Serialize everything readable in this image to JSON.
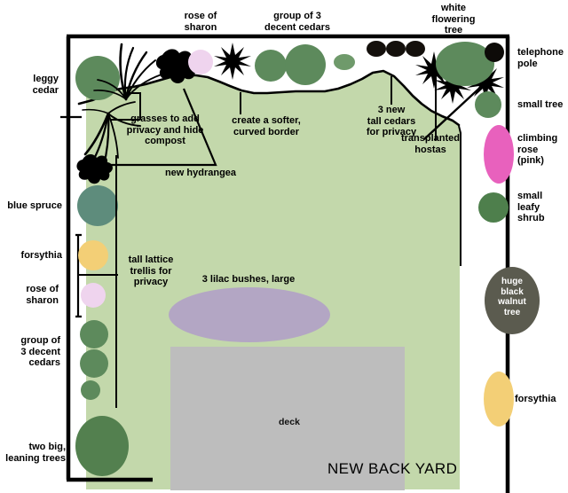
{
  "title": "NEW BACK YARD",
  "colors": {
    "lawn": "#c3d8ab",
    "tree_green": "#5d8a5c",
    "tree_green_light": "#6f9a6b",
    "blue_spruce": "#5e8c7c",
    "forsythia": "#f3cf76",
    "rose_of_sharon": "#efd4ee",
    "climbing_rose": "#e861bd",
    "lilac": "#b3a6c4",
    "deck": "#bdbdbd",
    "walnut": "#5b5b4f",
    "outline": "#000000",
    "background": "#ffffff"
  },
  "exterior_labels": {
    "top": [
      {
        "name": "rose-of-sharon-top",
        "text": "rose of\nsharon"
      },
      {
        "name": "group-of-3-decent-cedars-top",
        "text": "group of 3\ndecent cedars"
      },
      {
        "name": "white-flowering-tree",
        "text": "white\nflowering\ntree"
      }
    ],
    "left": [
      {
        "name": "leggy-cedar",
        "text": "leggy\ncedar"
      },
      {
        "name": "blue-spruce",
        "text": "blue spruce"
      },
      {
        "name": "forsythia-left",
        "text": "forsythia"
      },
      {
        "name": "rose-of-sharon-left",
        "text": "rose of\nsharon"
      },
      {
        "name": "group-of-3-decent-cedars-left",
        "text": "group of\n3 decent\ncedars"
      },
      {
        "name": "two-big-leaning-trees",
        "text": "two big,\nleaning trees"
      }
    ],
    "right": [
      {
        "name": "telephone-pole",
        "text": "telephone\npole"
      },
      {
        "name": "small-tree",
        "text": "small tree"
      },
      {
        "name": "climbing-rose",
        "text": "climbing\nrose\n(pink)"
      },
      {
        "name": "small-leafy-shrub",
        "text": "small\nleafy\nshrub"
      },
      {
        "name": "forsythia-right",
        "text": "forsythia"
      }
    ]
  },
  "interior_labels": [
    {
      "name": "grasses-note",
      "text": "grasses to add\nprivacy and hide\ncompost"
    },
    {
      "name": "new-hydrangea-note",
      "text": "new hydrangea"
    },
    {
      "name": "curved-border-note",
      "text": "create a softer,\ncurved border"
    },
    {
      "name": "three-new-tall-cedars-note",
      "text": "3 new\ntall cedars\nfor privacy"
    },
    {
      "name": "transplanted-hostas-note",
      "text": "transplanted\nhostas"
    },
    {
      "name": "tall-lattice-trellis-note",
      "text": "tall lattice\ntrellis for\nprivacy"
    },
    {
      "name": "lilac-bushes-note",
      "text": "3 lilac bushes, large"
    },
    {
      "name": "deck-label",
      "text": "deck"
    }
  ],
  "features": {
    "huge_black_walnut_tree": "huge\nblack\nwalnut\ntree",
    "deck": "deck",
    "yard_title": "NEW BACK YARD"
  }
}
